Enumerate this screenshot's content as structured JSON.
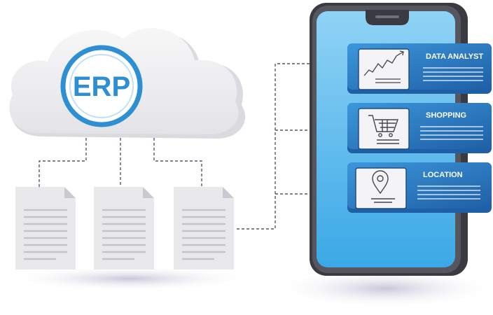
{
  "cloud": {
    "label": "ERP"
  },
  "cards": [
    {
      "label": "DATA ANALYST",
      "icon": "line-chart-icon"
    },
    {
      "label": "SHOPPING",
      "icon": "shopping-cart-icon"
    },
    {
      "label": "LOCATION",
      "icon": "location-pin-icon"
    }
  ],
  "colors": {
    "accent": "#2E8FD3",
    "card_dark": "#1F62A8",
    "card_light": "#3C97DC",
    "phone_frame": "#3E3E46",
    "phone_screen": "#6DC2EE",
    "cloud": "#EDEDEF",
    "connector": "#55556A"
  }
}
